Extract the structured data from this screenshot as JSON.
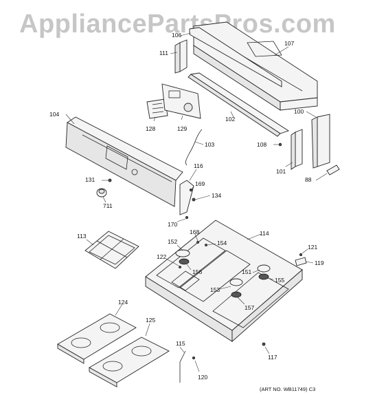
{
  "watermark": "AppliancePartsPros.com",
  "art_number": "(ART NO. WB11749) C3",
  "labels": {
    "p106": "106",
    "p107": "107",
    "p111": "111",
    "p104": "104",
    "p128": "128",
    "p129": "129",
    "p102": "102",
    "p100": "100",
    "p103": "103",
    "p108": "108",
    "p101": "101",
    "p88": "88",
    "p116": "116",
    "p131": "131",
    "p169": "169",
    "p134": "134",
    "p711": "711",
    "p170": "170",
    "p113": "113",
    "p168": "168",
    "p114": "114",
    "p152": "152",
    "p154": "154",
    "p121": "121",
    "p122": "122",
    "p151": "151",
    "p119": "119",
    "p156": "156",
    "p155": "155",
    "p153": "153",
    "p157": "157",
    "p124": "124",
    "p125": "125",
    "p115": "115",
    "p117": "117",
    "p120": "120"
  }
}
